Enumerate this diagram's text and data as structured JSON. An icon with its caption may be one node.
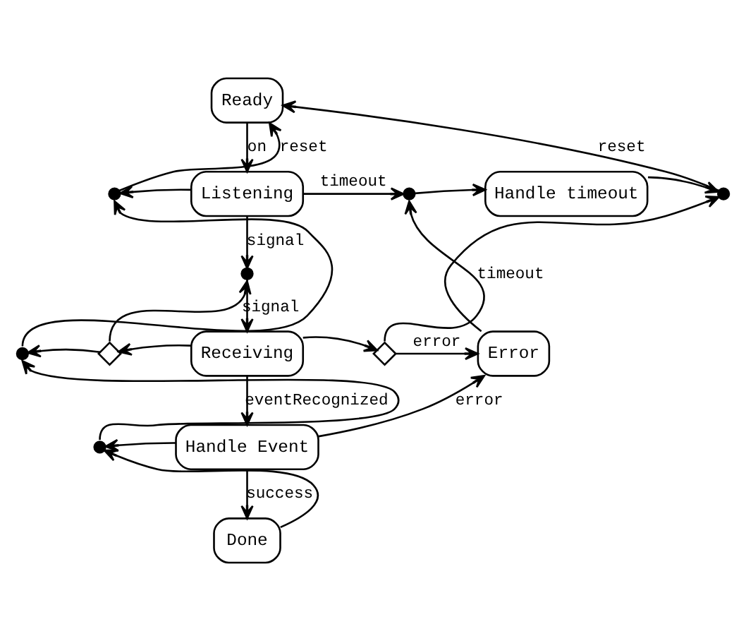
{
  "diagram": {
    "nodes": [
      {
        "text": [
          "Ready"
        ]
      },
      {
        "text": [
          "Listening"
        ]
      },
      {
        "text": [
          "Handle timeout"
        ]
      },
      {
        "text": [
          "Receiving"
        ]
      },
      {
        "text": [
          "Error"
        ]
      },
      {
        "text": [
          "Handle Event"
        ]
      },
      {
        "text": [
          "Done"
        ]
      },
      {
        "text": [],
        "shape": "circle"
      },
      {
        "text": [],
        "shape": "circle"
      },
      {
        "text": [],
        "shape": "circle"
      },
      {
        "text": [],
        "shape": "circle"
      },
      {
        "text": [],
        "shape": "diamond"
      },
      {
        "text": [],
        "shape": "circle"
      },
      {
        "text": [],
        "shape": "diamond"
      },
      {
        "text": [],
        "shape": "circle"
      }
    ],
    "edges": [
      {
        "from": 0,
        "to": 1,
        "arrow": "to",
        "label": "on"
      },
      {
        "from": 1,
        "to": 7,
        "arrow": "to"
      },
      {
        "from": 1,
        "to": 8,
        "arrow": "to",
        "label": "timeout"
      },
      {
        "from": 8,
        "to": 2,
        "arrow": "to"
      },
      {
        "from": 2,
        "to": 9,
        "arrow": "to"
      },
      {
        "from": 4,
        "to": 9,
        "arrow": "to"
      },
      {
        "from": 9,
        "to": 0,
        "arrow": "to",
        "label": "reset"
      },
      {
        "from": 7,
        "to": 0,
        "arrow": "to",
        "label": "reset"
      },
      {
        "from": 1,
        "to": 10,
        "arrow": "to",
        "label": "signal"
      },
      {
        "from": 11,
        "to": 10,
        "arrow": "to",
        "label": "signal"
      },
      {
        "from": 10,
        "to": 3,
        "arrow": "to"
      },
      {
        "from": 3,
        "to": 11,
        "arrow": "to"
      },
      {
        "from": 11,
        "to": 12,
        "arrow": "to"
      },
      {
        "from": 3,
        "to": 13,
        "arrow": "to"
      },
      {
        "from": 13,
        "to": 8,
        "arrow": "to",
        "label": "timeout"
      },
      {
        "from": 13,
        "to": 4,
        "arrow": "to",
        "label": "error"
      },
      {
        "from": 3,
        "to": 5,
        "arrow": "to",
        "label": "eventRecognized"
      },
      {
        "from": 5,
        "to": 14,
        "arrow": "to"
      },
      {
        "from": 5,
        "to": 4,
        "arrow": "to",
        "label": "error"
      },
      {
        "from": 5,
        "to": 6,
        "arrow": "to",
        "label": "success"
      },
      {
        "from": 6,
        "to": 14,
        "arrow": "to"
      },
      {
        "from": 14,
        "to": 12,
        "arrow": "to"
      },
      {
        "from": 12,
        "to": 7,
        "arrow": "to"
      }
    ]
  }
}
